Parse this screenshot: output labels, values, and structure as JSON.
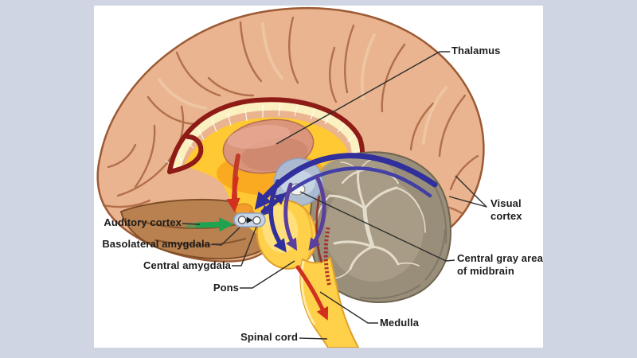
{
  "figure": {
    "type": "anatomical-diagram",
    "subject": "Midsagittal human brain with emotion/fear pathway arrows",
    "labels": {
      "thalamus": "Thalamus",
      "visual_cortex": "Visual cortex",
      "auditory_cortex": "Auditory cortex",
      "basolateral_amygdala": "Basolateral amygdala",
      "central_amygdala": "Central amygdala",
      "pons": "Pons",
      "spinal_cord": "Spinal cord",
      "medulla": "Medulla",
      "central_gray": "Central gray area of midbrain"
    },
    "colors": {
      "background": "#cfd5e2",
      "panel": "#ffffff",
      "cortex": "#e9b48f",
      "cortex_outline": "#9c5a34",
      "temporal_lobe": "#b8814f",
      "corpus_callosum_band": "#faf0c0",
      "medial_yellow": "#ffc933",
      "red_band": "#8e1b16",
      "thalamus_fill": "#d9937e",
      "cerebellum": "#998e7a",
      "cerebellum_branches": "#e4ddcb",
      "midbrain_area": "#aabdd9",
      "brainstem_yellow": "#ffd04a",
      "arrow_blue": "#312f9b",
      "arrow_purple": "#5a3f9e",
      "arrow_red": "#d2301f",
      "arrow_green": "#1fa351",
      "label_text": "#1c1c1c"
    }
  }
}
